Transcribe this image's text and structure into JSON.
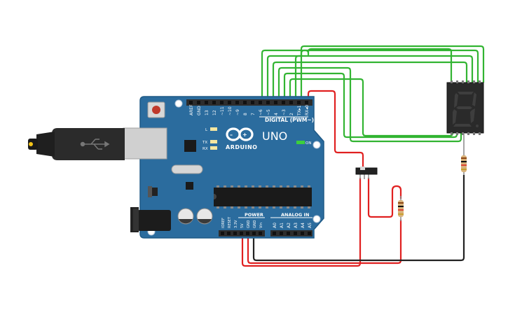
{
  "board": {
    "logo_text": "ARDUINO",
    "model": "UNO",
    "digital_header_label": "DIGITAL (PWM~)",
    "power_label": "POWER",
    "analog_label": "ANALOG IN",
    "on_label": "ON",
    "led_l": "L",
    "led_tx": "TX",
    "led_rx": "RX",
    "digital_pins": [
      "AREF",
      "GND",
      "13",
      "12",
      "~11",
      "~10",
      "~9",
      "8",
      "7",
      "~6",
      "~5",
      "4",
      "~3",
      "2",
      "TX▸1",
      "RX◂0"
    ],
    "power_pins": [
      "IOREF",
      "RESET",
      "3.3V",
      "5V",
      "GND",
      "GND",
      "Vin"
    ],
    "analog_pins": [
      "A0",
      "A1",
      "A2",
      "A3",
      "A4",
      "A5"
    ]
  },
  "colors": {
    "board": "#2b6c9e",
    "board_edge": "#1f5a86",
    "wire_green": "#32b432",
    "wire_red": "#e02020",
    "wire_black": "#222222",
    "seven_seg_body": "#2a2a2a",
    "segment": "#3e3e3e",
    "resistor_body": "#d8b27a"
  },
  "components": {
    "usb_icon": "usb-icon",
    "display_icon": "seven-segment-display",
    "switch_icon": "slide-switch",
    "resistor_icon": "resistor"
  }
}
